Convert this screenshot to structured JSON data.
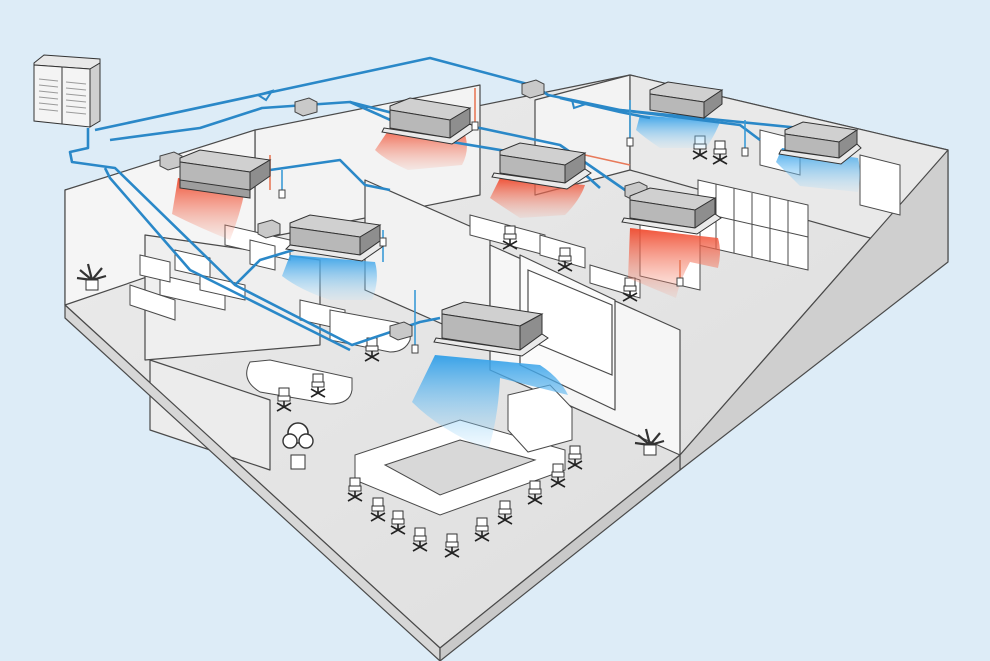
{
  "colors": {
    "background": "#ddecf7",
    "floor": "#e7e7e7",
    "wall_light": "#f2f2f2",
    "wall_shade": "#d9d9d9",
    "refrigerant_pipe": "#2a88c8",
    "cool_airflow": "#3aa6f0",
    "heat_airflow": "#f04a2e",
    "indoor_unit": "#b5b5b5",
    "furniture": "#ffffff"
  },
  "icons": {
    "outdoor_unit": "vrf-outdoor-condenser-icon",
    "indoor_unit": "ceiling-ducted-unit-icon",
    "branch_box": "branch-selector-box-icon",
    "thermostat": "wall-controller-icon",
    "plant": "potted-plant-icon",
    "chair": "office-chair-icon"
  },
  "indoor_units": [
    {
      "id": "unit-1",
      "mode": "heating"
    },
    {
      "id": "unit-2",
      "mode": "cooling"
    },
    {
      "id": "unit-3",
      "mode": "heating"
    },
    {
      "id": "unit-4",
      "mode": "heating"
    },
    {
      "id": "unit-5",
      "mode": "heating"
    },
    {
      "id": "unit-6",
      "mode": "cooling"
    },
    {
      "id": "unit-7",
      "mode": "cooling"
    },
    {
      "id": "unit-8",
      "mode": "cooling"
    }
  ]
}
